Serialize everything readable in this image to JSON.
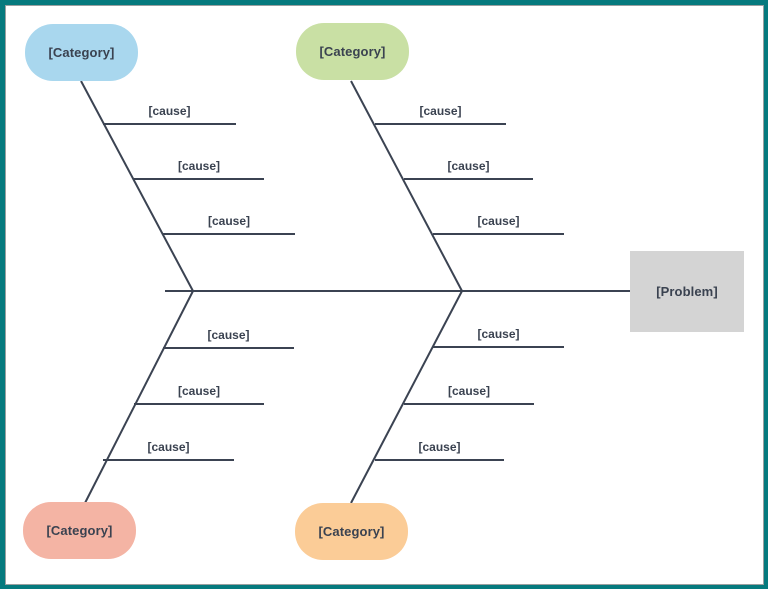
{
  "diagram": {
    "type": "fishbone",
    "problem": {
      "label": "[Problem]",
      "fill": "#d4d4d4"
    },
    "branches": [
      {
        "position": "top-left",
        "category": "[Category]",
        "fill": "#a9d7ee",
        "causes": [
          "[cause]",
          "[cause]",
          "[cause]"
        ]
      },
      {
        "position": "top-right",
        "category": "[Category]",
        "fill": "#c9e0a4",
        "causes": [
          "[cause]",
          "[cause]",
          "[cause]"
        ]
      },
      {
        "position": "bottom-left",
        "category": "[Category]",
        "fill": "#f4b4a4",
        "causes": [
          "[cause]",
          "[cause]",
          "[cause]"
        ]
      },
      {
        "position": "bottom-right",
        "category": "[Category]",
        "fill": "#fbcc97",
        "causes": [
          "[cause]",
          "[cause]",
          "[cause]"
        ]
      }
    ],
    "colors": {
      "line": "#3b4352",
      "text": "#3a4250",
      "border": "#067a7e",
      "background": "#ffffff"
    }
  }
}
